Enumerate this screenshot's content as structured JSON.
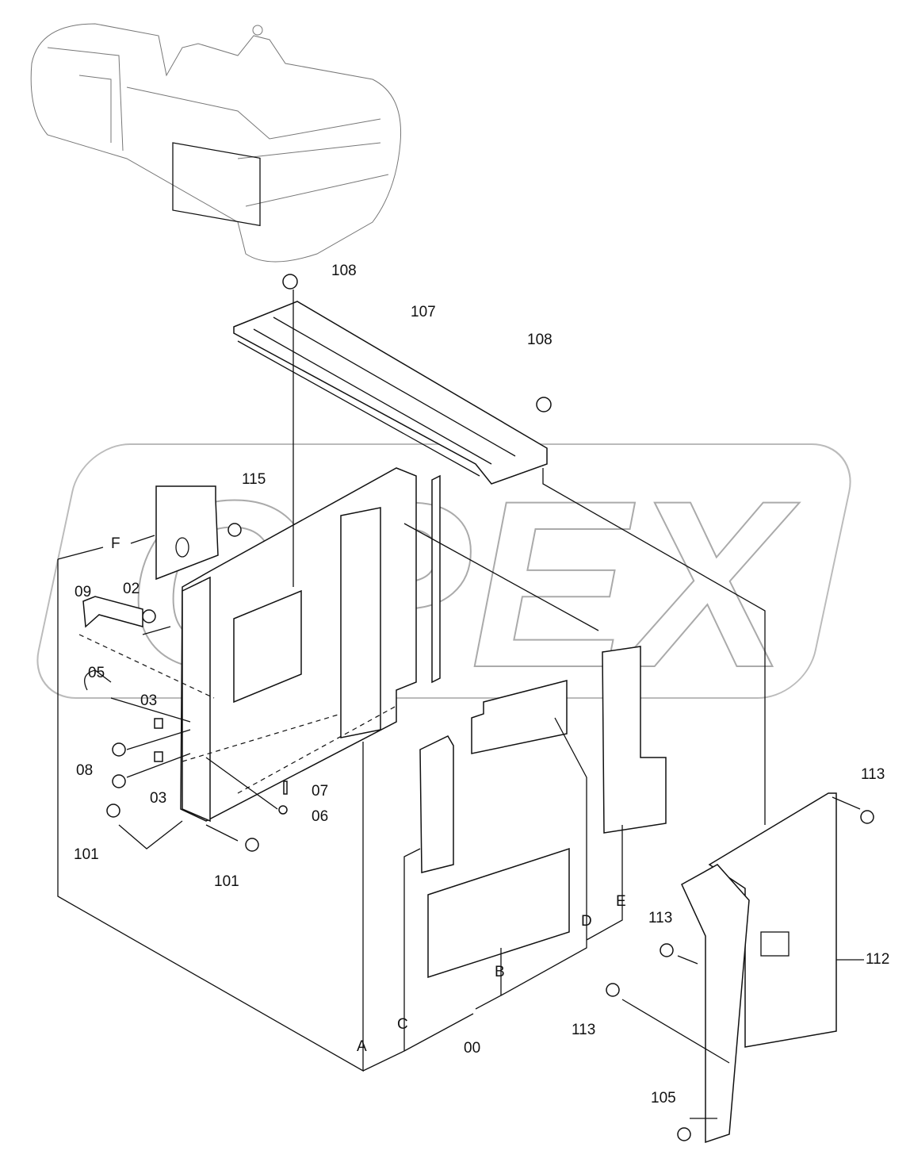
{
  "diagram": {
    "type": "exploded parts diagram",
    "watermark": "OPEX",
    "part_labels": [
      "108",
      "107",
      "108",
      "115",
      "F",
      "09",
      "02",
      "05",
      "03",
      "03",
      "08",
      "07",
      "06",
      "101",
      "101",
      "A",
      "C",
      "00",
      "B",
      "D",
      "E",
      "113",
      "113",
      "113",
      "112",
      "105"
    ]
  }
}
